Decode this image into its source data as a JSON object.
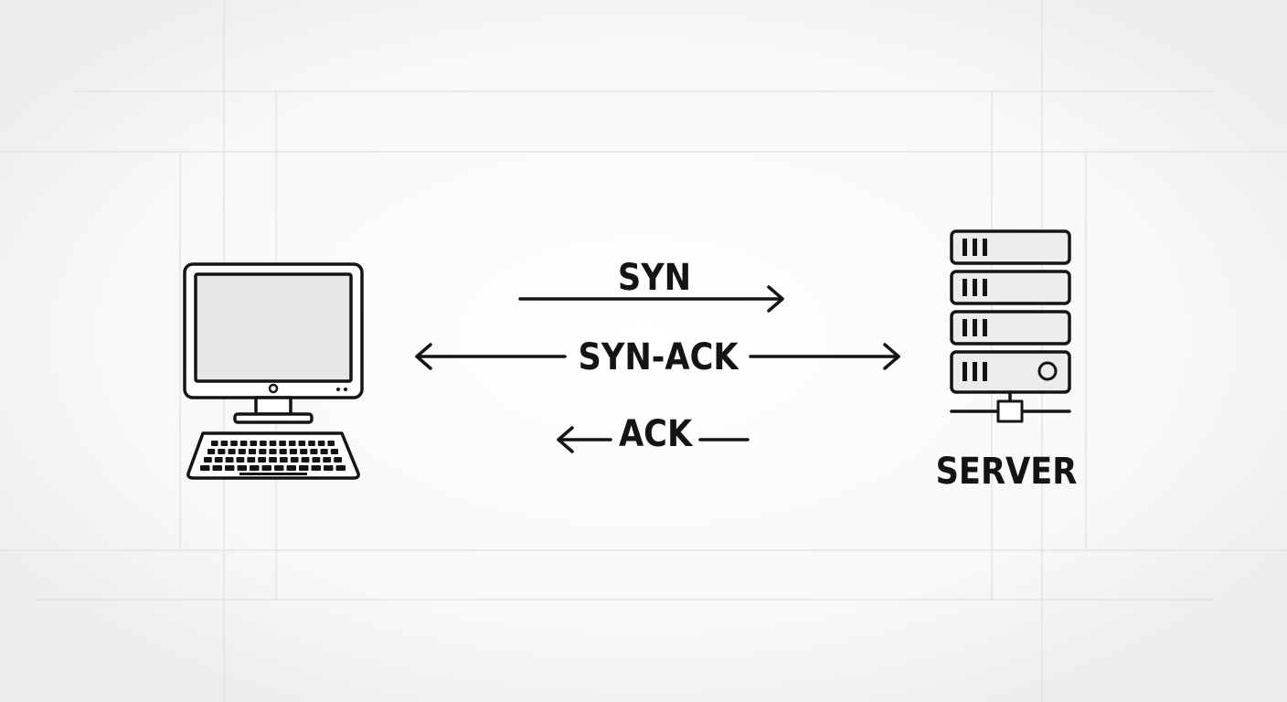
{
  "diagram": {
    "type": "tcp-three-way-handshake",
    "nodes": {
      "client": {
        "icon": "desktop-computer-icon"
      },
      "server": {
        "icon": "server-rack-icon",
        "label": "SERVER"
      }
    },
    "messages": [
      {
        "id": "syn",
        "label": "SYN",
        "direction": "client-to-server"
      },
      {
        "id": "syn-ack",
        "label": "SYN-ACK",
        "direction": "bidirectional"
      },
      {
        "id": "ack",
        "label": "ACK",
        "direction": "server-to-client"
      }
    ],
    "colors": {
      "stroke": "#141414",
      "background": "#f4f5f5",
      "panel": "#ffffff",
      "screen": "#e6e6e6",
      "grid": "#e2e4e4"
    }
  }
}
